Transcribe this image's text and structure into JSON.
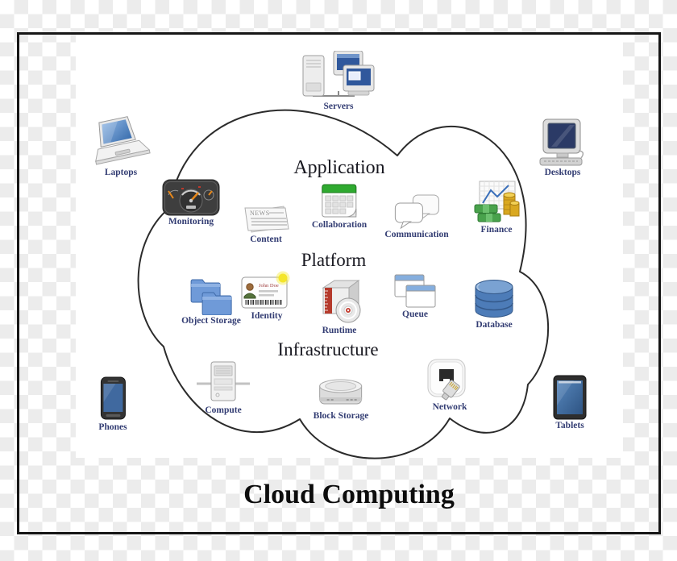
{
  "title": "Cloud Computing",
  "sections": [
    {
      "label": "Application",
      "items": [
        "Monitoring",
        "Content",
        "Collaboration",
        "Communication",
        "Finance"
      ]
    },
    {
      "label": "Platform",
      "items": [
        "Object Storage",
        "Identity",
        "Runtime",
        "Queue",
        "Database"
      ]
    },
    {
      "label": "Infrastructure",
      "items": [
        "Compute",
        "Block Storage",
        "Network"
      ]
    }
  ],
  "devices": [
    "Servers",
    "Laptops",
    "Desktops",
    "Phones",
    "Tablets"
  ],
  "icon_texts": {
    "content_news": "NEWS",
    "identity_name": "John Doe"
  },
  "colors": {
    "label_text": "#333d73",
    "heading_text": "#181820",
    "cloud_outline": "#2b2b2b",
    "screen_blue": "#40699f",
    "folder_blue": "#6f9ad8",
    "calendar_green": "#2faa30",
    "money_green": "#49a24c",
    "coin_gold": "#d9a820",
    "runtime_red": "#b53a2c",
    "database_blue": "#4d7cb8",
    "needle_orange": "#e8881a"
  }
}
